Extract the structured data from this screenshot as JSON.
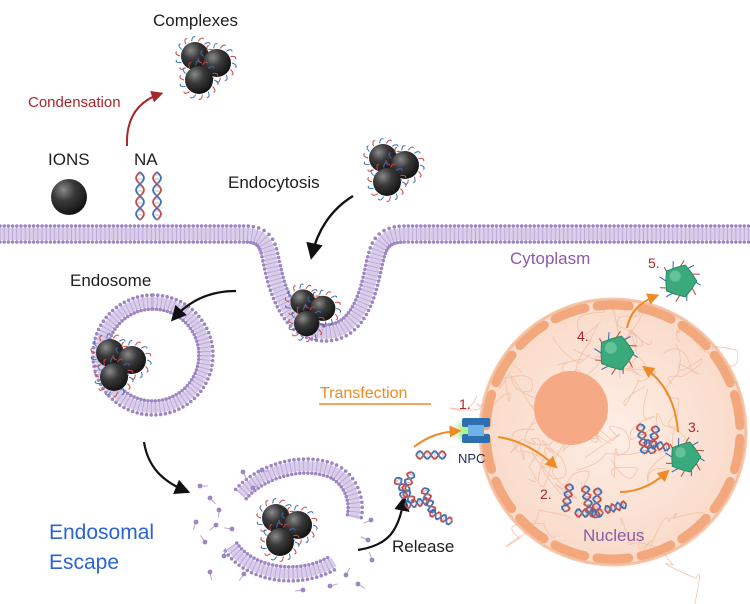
{
  "labels": {
    "complexes": "Complexes",
    "condensation": "Condensation",
    "ions": "IONS",
    "na": "NA",
    "endocytosis": "Endocytosis",
    "cytoplasm": "Cytoplasm",
    "endosome": "Endosome",
    "transfection": "Transfection",
    "npc": "NPC",
    "endosomal_escape_line1": "Endosomal",
    "endosomal_escape_line2": "Escape",
    "release": "Release",
    "nucleus": "Nucleus"
  },
  "steps": [
    "1.",
    "2.",
    "3.",
    "4.",
    "5."
  ],
  "colors": {
    "membrane": "#b9a4d6",
    "membrane_head": "#9d86c4",
    "nanoparticle": "#2e2e2e",
    "nucleus_fill": "#fbe2d5",
    "nucleus_envelope": "#f2a77c",
    "nucleolus": "#f5aa85",
    "arrow_dark": "#111111",
    "arrow_orange": "#f08a24",
    "arrow_red": "#a8272b",
    "condensed_dna": "#3aa97c",
    "npc_pore": "#2f6fb0",
    "dna_red": "#c84a4a",
    "dna_blue": "#3f6fb6"
  }
}
